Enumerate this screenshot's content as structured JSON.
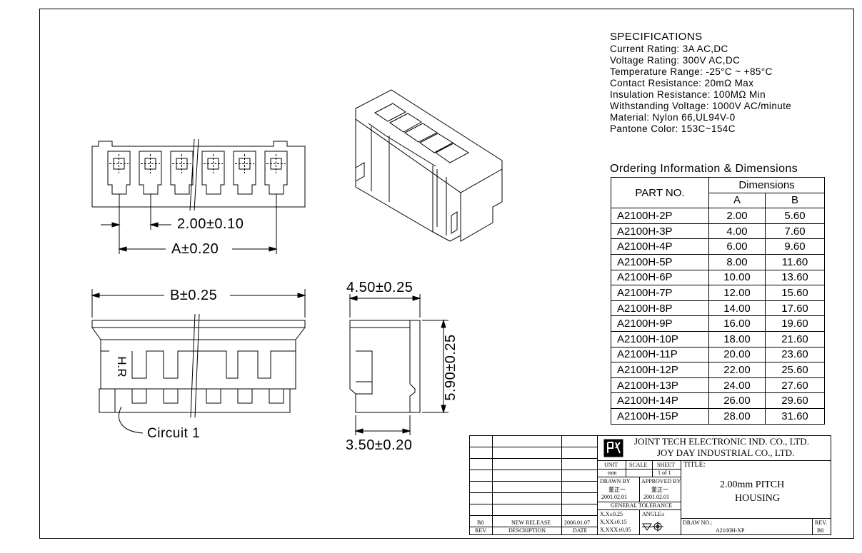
{
  "specifications": {
    "title": "SPECIFICATIONS",
    "lines": [
      "Current  Rating:  3A  AC,DC",
      "Voltage  Rating:  300V  AC,DC",
      "Temperature  Range:  -25°C  ~  +85°C",
      "Contact  Resistance:  20mΩ  Max",
      "Insulation  Resistance:  100MΩ  Min",
      "Withstanding  Voltage:  1000V  AC/minute",
      "Material:  Nylon  66,UL94V-0",
      "Pantone  Color:  153C~154C"
    ]
  },
  "ordering": {
    "title": "Ordering  Information  &  Dimensions",
    "header_part": "PART  NO.",
    "header_dimensions": "Dimensions",
    "header_a": "A",
    "header_b": "B",
    "rows": [
      {
        "part": "A2100H-2P",
        "a": "2.00",
        "b": "5.60"
      },
      {
        "part": "A2100H-3P",
        "a": "4.00",
        "b": "7.60"
      },
      {
        "part": "A2100H-4P",
        "a": "6.00",
        "b": "9.60"
      },
      {
        "part": "A2100H-5P",
        "a": "8.00",
        "b": "11.60"
      },
      {
        "part": "A2100H-6P",
        "a": "10.00",
        "b": "13.60"
      },
      {
        "part": "A2100H-7P",
        "a": "12.00",
        "b": "15.60"
      },
      {
        "part": "A2100H-8P",
        "a": "14.00",
        "b": "17.60"
      },
      {
        "part": "A2100H-9P",
        "a": "16.00",
        "b": "19.60"
      },
      {
        "part": "A2100H-10P",
        "a": "18.00",
        "b": "21.60"
      },
      {
        "part": "A2100H-11P",
        "a": "20.00",
        "b": "23.60"
      },
      {
        "part": "A2100H-12P",
        "a": "22.00",
        "b": "25.60"
      },
      {
        "part": "A2100H-13P",
        "a": "24.00",
        "b": "27.60"
      },
      {
        "part": "A2100H-14P",
        "a": "26.00",
        "b": "29.60"
      },
      {
        "part": "A2100H-15P",
        "a": "28.00",
        "b": "31.60"
      }
    ]
  },
  "dimensions": {
    "pitch": "2.00±0.10",
    "a_tol": "A±0.20",
    "b_tol": "B±0.25",
    "width": "4.50±0.25",
    "height": "5.90±0.25",
    "depth": "3.50±0.20",
    "circuit": "Circuit  1",
    "mark": "H.R"
  },
  "title_block": {
    "company_1": "JOINT  TECH  ELECTRONIC  IND.  CO.,  LTD.",
    "company_2": "JOY  DAY  INDUSTRIAL  CO.,  LTD.",
    "unit_label": "UNIT",
    "scale_label": "SCALE",
    "sheet_label": "SHEET",
    "unit_value": "mm",
    "sheet_value": "1  of  1",
    "drawn_by_label": "DRAWN  BY",
    "approved_by_label": "APPROVED  BY",
    "drawn_by_name": "董正一",
    "approved_by_name": "董正一",
    "drawn_date": "2001.02.01",
    "approved_date": "2001.02.01",
    "general_tolerance": "GENERAL  TOLERANCE",
    "tol_1": "X.X±0.25",
    "tol_2": "X.XX±0.15",
    "tol_3": "X.XXX±0.05",
    "angle_label": "ANGLE±",
    "title_label": "TITLE:",
    "title_1": "2.00mm  PITCH",
    "title_2": "HOUSING",
    "drawing_no_label": "DRAW  NO.:",
    "drawing_no": "A2100H-XP",
    "rev_label": "REV.",
    "rev_value": "B0",
    "revision_rev": "B0",
    "revision_desc": "NEW  RELEASE",
    "revision_date": "2006.01.07",
    "col_rev": "REV.",
    "col_desc": "DESCRIPTION",
    "col_date": "DATE"
  }
}
